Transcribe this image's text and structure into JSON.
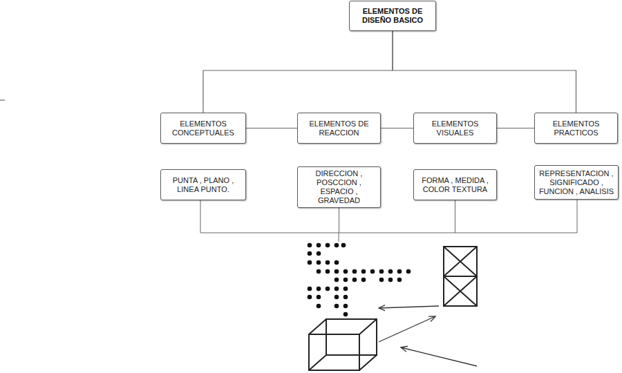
{
  "diagram": {
    "nodes": [
      {
        "text": [
          "ELEMENTOS DE DISEÑO BASICO"
        ]
      },
      {
        "text": [
          "ELEMENTOS CONCEPTUALES"
        ]
      },
      {
        "text": [
          "ELEMENTOS DE REACCION"
        ]
      },
      {
        "text": [
          "ELEMENTOS VISUALES"
        ]
      },
      {
        "text": [
          "ELEMENTOS PRACTICOS"
        ]
      },
      {
        "text": [
          "PUNTA , PLANO , LINEA PUNTO."
        ]
      },
      {
        "text": [
          "DIRECCION , POSCCION , ESPACIO , GRAVEDAD"
        ]
      },
      {
        "text": [
          "FORMA , MEDIDA , COLOR TEXTURA"
        ]
      },
      {
        "text": [
          "REPRESENTACION , SIGNIFICADO , FUNCION , ANALISIS"
        ]
      }
    ],
    "edges": [
      {
        "from": 0,
        "to": 1,
        "arrow": "none"
      },
      {
        "from": 0,
        "to": 4,
        "arrow": "none"
      },
      {
        "from": 1,
        "to": 2,
        "arrow": "none"
      },
      {
        "from": 2,
        "to": 3,
        "arrow": "none"
      },
      {
        "from": 3,
        "to": 4,
        "arrow": "none"
      }
    ]
  }
}
